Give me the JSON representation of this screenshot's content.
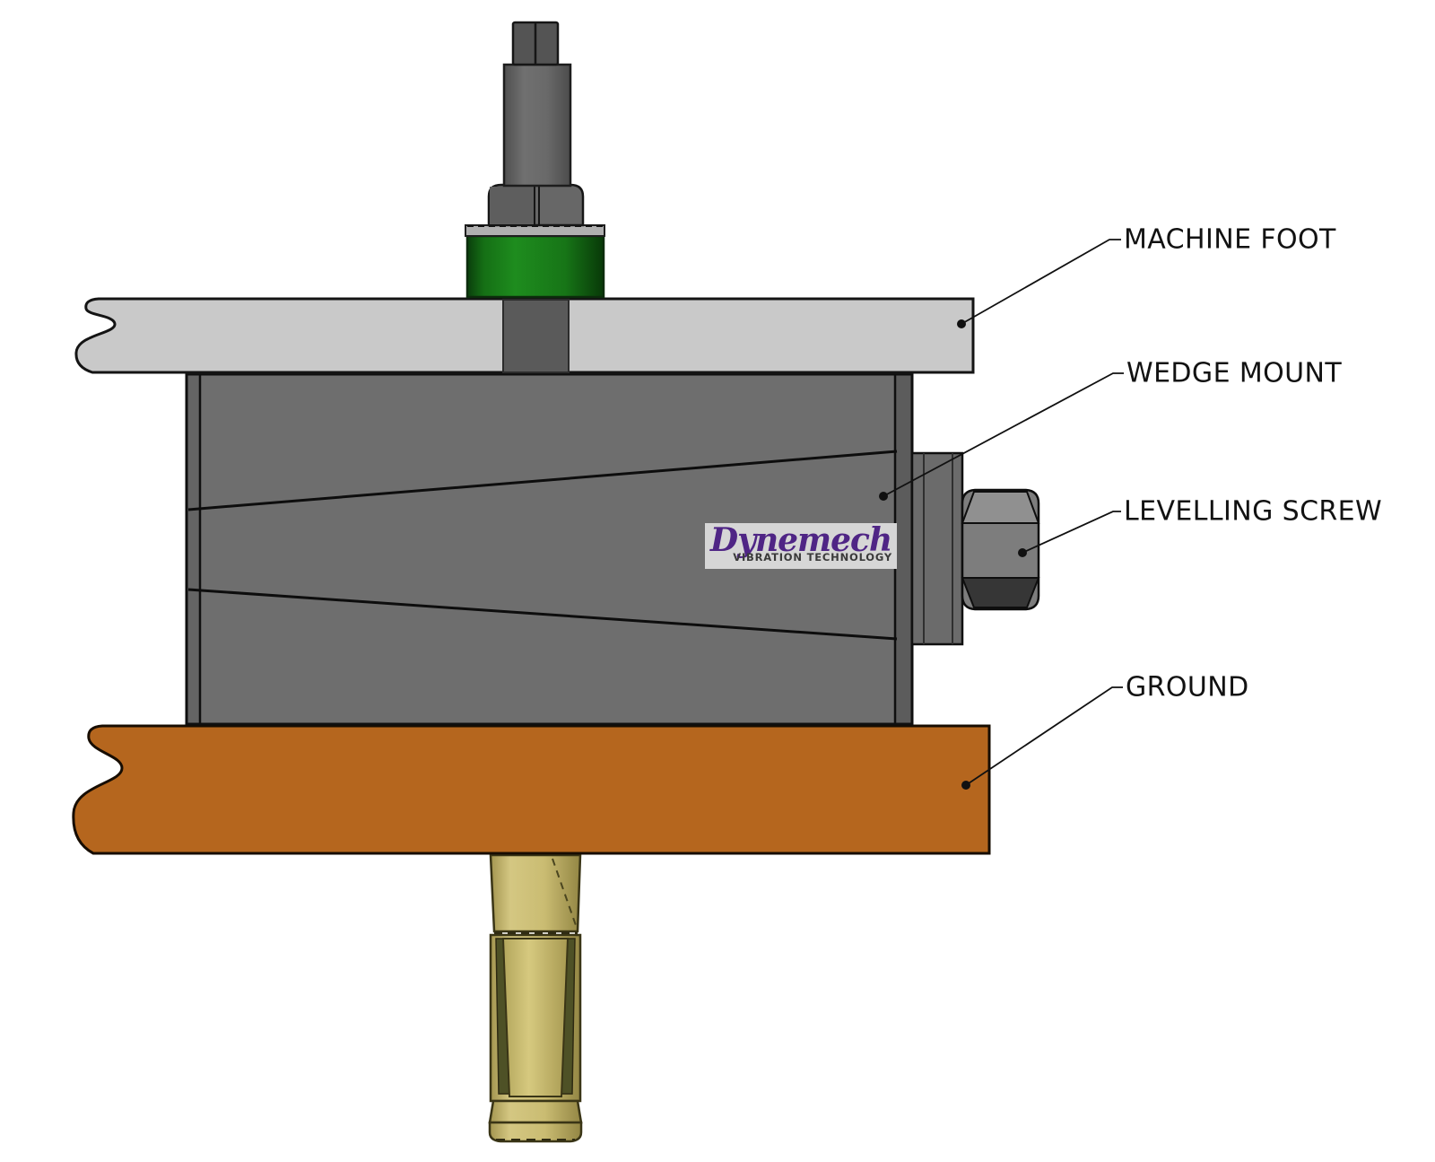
{
  "diagram": {
    "type": "engineering-callout-diagram",
    "subject": "Wedge mount vibration isolator cross-section",
    "labels": [
      {
        "id": "machine-foot",
        "text": "MACHINE FOOT"
      },
      {
        "id": "wedge-mount",
        "text": "WEDGE MOUNT"
      },
      {
        "id": "levelling-screw",
        "text": "LEVELLING SCREW"
      },
      {
        "id": "ground",
        "text": "GROUND"
      }
    ],
    "logo": {
      "brand": "Dynemech",
      "tagline": "VIBRATION TECHNOLOGY",
      "brand_color": "#4f2585",
      "tagline_color": "#3a3a3a",
      "background_color": "#d6d6d6"
    },
    "colors": {
      "machine_foot_plate": "#c9c9c9",
      "wedge_body": "#6e6e6e",
      "levelling_nut": "#7d7d7d",
      "rubber_washer_green": "#1e8c1e",
      "ground_slab_orange": "#b5661e",
      "anchor_bolt_brass": "#cabc72",
      "outline": "#111111",
      "label_text": "#121212"
    }
  }
}
